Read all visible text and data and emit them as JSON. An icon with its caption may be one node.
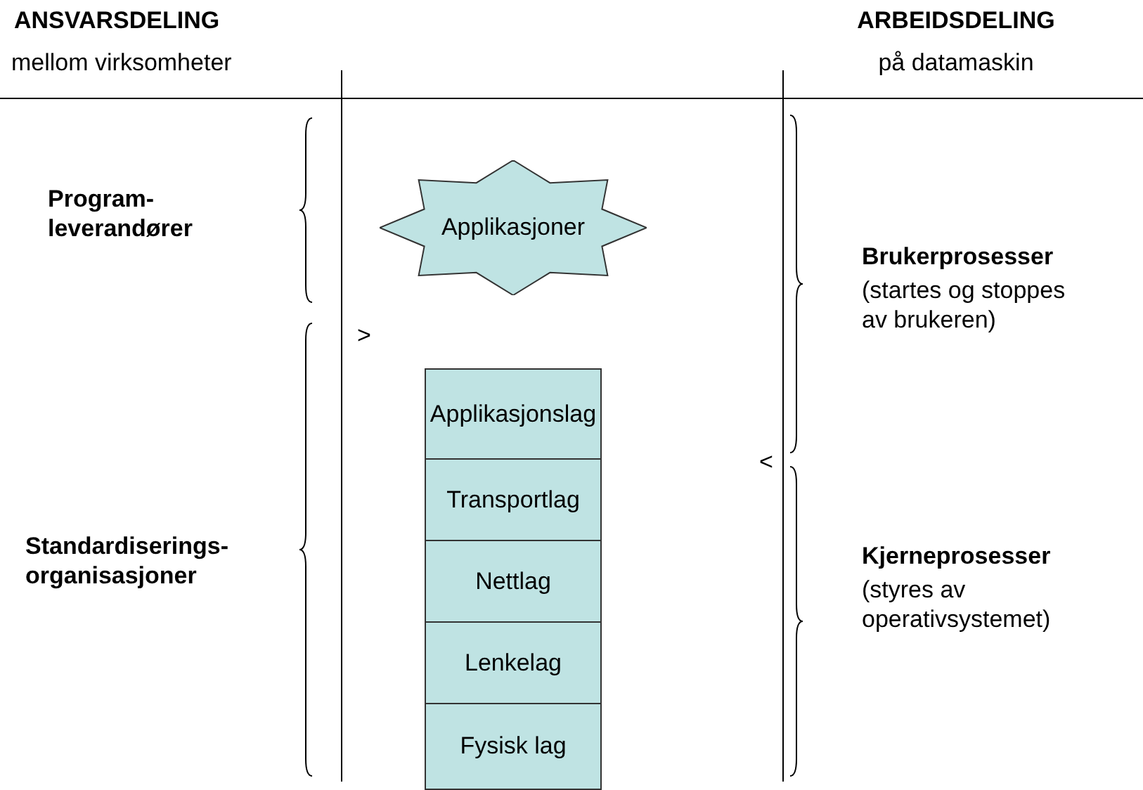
{
  "diagram": {
    "nodes": [
      {
        "text": [
          "Applikasjoner"
        ]
      },
      {
        "text": [
          "Applikasjonslag"
        ]
      },
      {
        "text": [
          "Transportlag"
        ]
      },
      {
        "text": [
          "Nettlag"
        ]
      },
      {
        "text": [
          "Lenkelag"
        ]
      },
      {
        "text": [
          "Fysisk lag"
        ]
      }
    ],
    "labels": [
      "ANSVARSDELING",
      "mellom virksomheter",
      "ARBEIDSDELING",
      "på datamaskin",
      "Program- leverandører",
      "Brukerprosesser",
      "(startes og stoppes av brukeren)",
      ">",
      "Standardiserings- organisasjoner",
      "<",
      "Kjerneprosesser",
      "(styres av operativsystemet)"
    ]
  }
}
